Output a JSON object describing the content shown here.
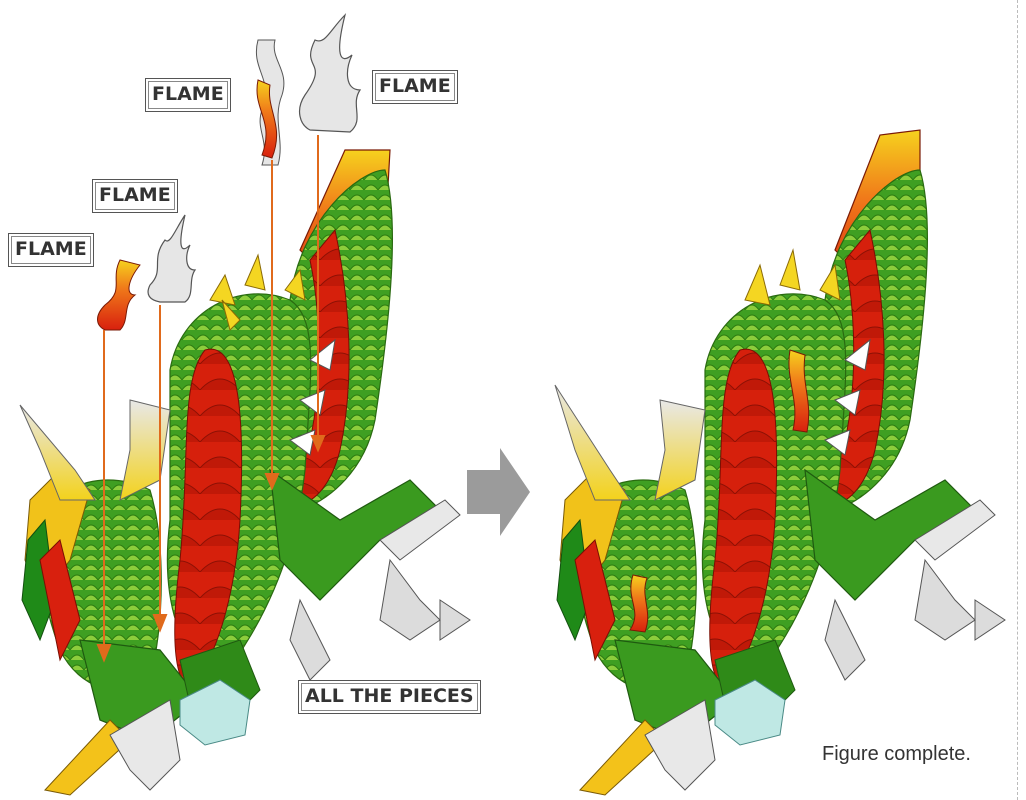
{
  "labels": {
    "flame_top_left": "FLAME",
    "flame_top_right": "FLAME",
    "flame_mid": "FLAME",
    "flame_low": "FLAME",
    "all_pieces": "ALL THE PIECES"
  },
  "caption": "Figure complete.",
  "colors": {
    "red": "#d8200e",
    "orange": "#f07a1a",
    "green": "#3a9a1f",
    "light_green": "#7fc43a",
    "yellow": "#f3d21c",
    "gray": "#d6d6d6",
    "arrow_gray": "#9b9b9b",
    "guide": "#e06a1c"
  },
  "icons": {
    "step_arrow": "arrow-right-icon"
  }
}
